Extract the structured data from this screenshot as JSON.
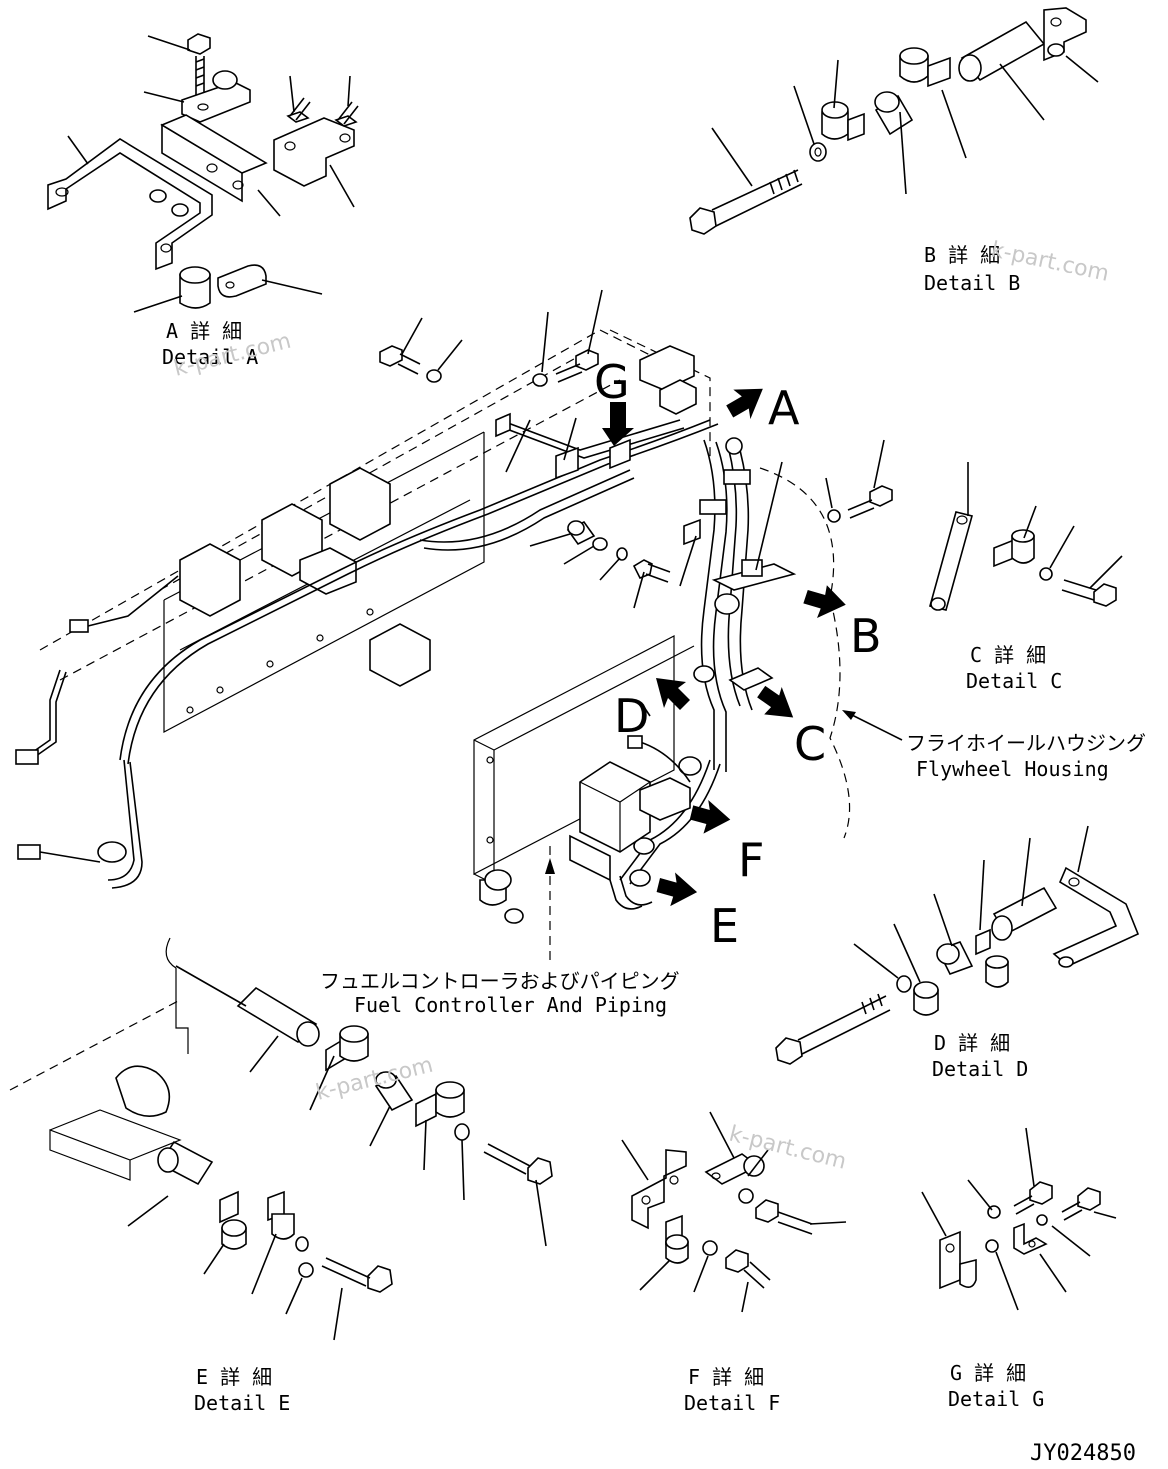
{
  "details": {
    "a": {
      "jp": "A 詳 細",
      "en": "Detail A"
    },
    "b": {
      "jp": "B 詳 細",
      "en": "Detail B"
    },
    "c": {
      "jp": "C 詳 細",
      "en": "Detail C"
    },
    "d": {
      "jp": "D 詳 細",
      "en": "Detail D"
    },
    "e": {
      "jp": "E 詳 細",
      "en": "Detail E"
    },
    "f": {
      "jp": "F 詳 細",
      "en": "Detail F"
    },
    "g": {
      "jp": "G 詳 細",
      "en": "Detail G"
    }
  },
  "callouts": {
    "a": "A",
    "b": "B",
    "c": "C",
    "d": "D",
    "e": "E",
    "f": "F",
    "g": "G"
  },
  "flywheel": {
    "jp": "フライホイールハウジング",
    "en": "Flywheel Housing"
  },
  "fuel": {
    "jp": "フュエルコントローラおよびパイピング",
    "en": "Fuel Controller And Piping"
  },
  "drawing_number": "JY024850",
  "watermark": "k-part.com"
}
